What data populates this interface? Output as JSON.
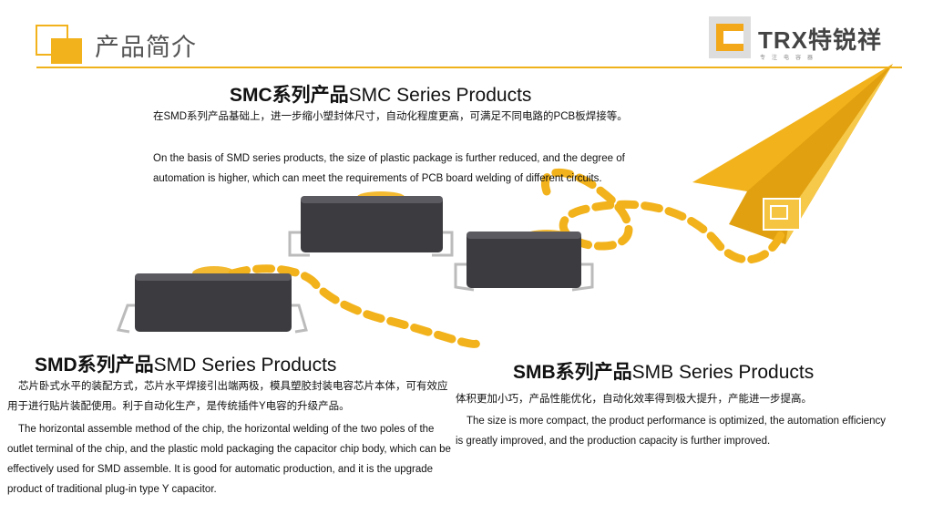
{
  "header": {
    "title": "产品简介",
    "brand_name": "TRX特锐祥",
    "brand_tagline": "专注电容器"
  },
  "colors": {
    "accent": "#f2b21b",
    "chip_body": "#3c3c40",
    "text": "#111111"
  },
  "smc": {
    "title_cn": "SMC系列产品",
    "title_en": "SMC Series Products",
    "desc_cn": "在SMD系列产品基础上，进一步缩小塑封体尺寸，自动化程度更高，可满足不同电路的PCB板焊接等。",
    "desc_en": "On the basis of SMD series products, the size of plastic package is further reduced, and the degree of automation is higher, which can meet the requirements of PCB board welding of different circuits."
  },
  "smd": {
    "title_cn": "SMD系列产品",
    "title_en": "SMD Series Products",
    "desc_cn": "芯片卧式水平的装配方式，芯片水平焊接引出端两极，模具塑胶封装电容芯片本体，可有效应用于进行贴片装配使用。利于自动化生产，是传统插件Y电容的升级产品。",
    "desc_en": "The horizontal assemble method of the chip, the horizontal welding of the two poles of the outlet terminal of the chip, and the plastic mold packaging the capacitor chip body, which can be effectively used for SMD assemble. It is good for automatic production, and it is the upgrade product of traditional plug-in type Y capacitor."
  },
  "smb": {
    "title_cn": "SMB系列产品",
    "title_en": "SMB Series Products",
    "desc_cn": "体积更加小巧，产品性能优化，自动化效率得到极大提升，产能进一步提高。",
    "desc_en": "The size is more compact, the product performance is optimized, the automation efficiency is greatly improved, and the production capacity is further improved."
  }
}
